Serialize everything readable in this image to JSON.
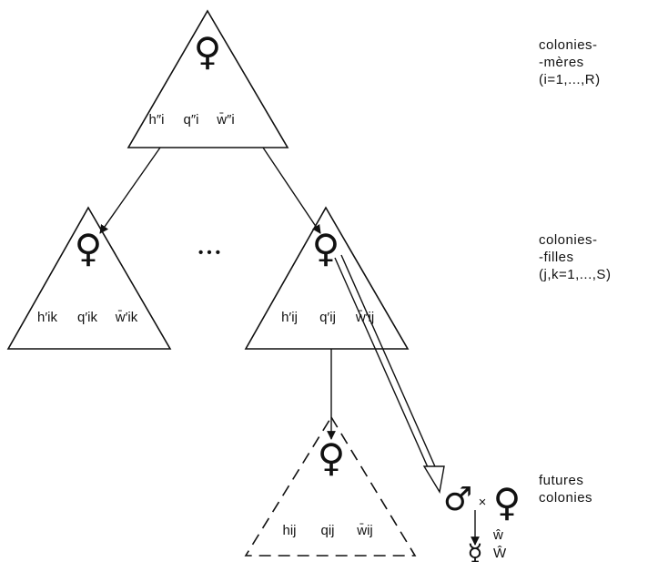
{
  "female_symbol": "♀",
  "male_symbol": "♂",
  "hermaphrodite_symbol": "☿",
  "cross_symbol": "×",
  "mother": {
    "label_h": "h″i",
    "label_q": "q″i",
    "label_w": "w̄″i"
  },
  "daughter_left": {
    "label_h": "h′ik",
    "label_q": "q′ik",
    "label_w": "w̄′ik"
  },
  "ellipsis": "• • •",
  "daughter_right": {
    "label_h": "h′ij",
    "label_q": "q′ij",
    "label_w": "w̄′ij"
  },
  "future": {
    "label_h": "hij",
    "label_q": "qij",
    "label_w": "w̄ij"
  },
  "offspring": {
    "w_hat": "ŵ",
    "W_hat": "Ŵ"
  },
  "side_labels": {
    "mothers": [
      "colonies-",
      "-mères",
      "(i=1,...,R)"
    ],
    "daughters": [
      "colonies-",
      "-filles",
      "(j,k=1,...,S)"
    ],
    "future": [
      "futures",
      "colonies"
    ]
  }
}
